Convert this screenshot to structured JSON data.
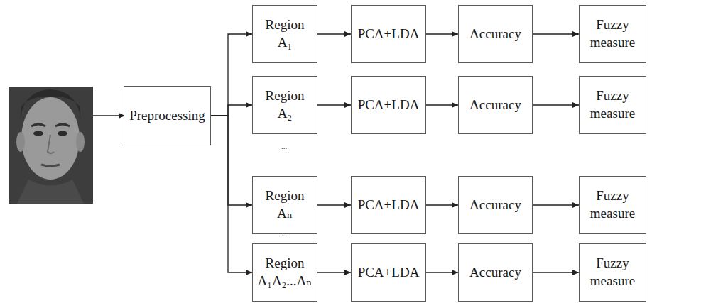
{
  "diagram": {
    "nodes": [
      {
        "text": [
          "Preprocessing"
        ]
      },
      {
        "text": [
          "Region A₁"
        ]
      },
      {
        "text": [
          "PCA+LDA"
        ]
      },
      {
        "text": [
          "Accuracy"
        ]
      },
      {
        "text": [
          "Fuzzy measure"
        ]
      },
      {
        "text": [
          "Region A₂"
        ]
      },
      {
        "text": [
          "PCA+LDA"
        ]
      },
      {
        "text": [
          "Accuracy"
        ]
      },
      {
        "text": [
          "Fuzzy measure"
        ]
      },
      {
        "text": [
          "Region Aₙ"
        ]
      },
      {
        "text": [
          "PCA+LDA"
        ]
      },
      {
        "text": [
          "Accuracy"
        ]
      },
      {
        "text": [
          "Fuzzy measure"
        ]
      },
      {
        "text": [
          "Region A₁A₂...Aₙ"
        ]
      },
      {
        "text": [
          "PCA+LDA"
        ]
      },
      {
        "text": [
          "Accuracy"
        ]
      },
      {
        "text": [
          "Fuzzy measure"
        ]
      }
    ],
    "edges": [
      {
        "from": 0,
        "to": 1,
        "arrow": "to"
      },
      {
        "from": 0,
        "to": 5,
        "arrow": "to"
      },
      {
        "from": 0,
        "to": 9,
        "arrow": "to"
      },
      {
        "from": 0,
        "to": 13,
        "arrow": "to"
      },
      {
        "from": 1,
        "to": 2,
        "arrow": "to"
      },
      {
        "from": 2,
        "to": 3,
        "arrow": "to"
      },
      {
        "from": 3,
        "to": 4,
        "arrow": "to"
      },
      {
        "from": 5,
        "to": 6,
        "arrow": "to"
      },
      {
        "from": 6,
        "to": 7,
        "arrow": "to"
      },
      {
        "from": 7,
        "to": 8,
        "arrow": "to"
      },
      {
        "from": 9,
        "to": 10,
        "arrow": "to"
      },
      {
        "from": 10,
        "to": 11,
        "arrow": "to"
      },
      {
        "from": 11,
        "to": 12,
        "arrow": "to"
      },
      {
        "from": 13,
        "to": 14,
        "arrow": "to"
      },
      {
        "from": 14,
        "to": 15,
        "arrow": "to"
      },
      {
        "from": 15,
        "to": 16,
        "arrow": "to"
      }
    ],
    "labels": [
      "...",
      "..."
    ]
  }
}
